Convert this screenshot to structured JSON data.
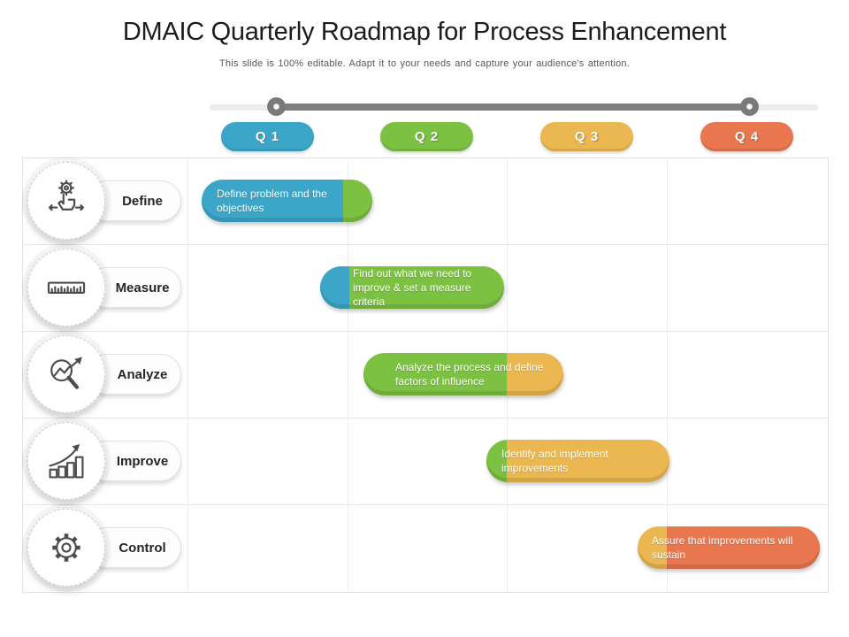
{
  "slide": {
    "title": "DMAIC Quarterly Roadmap for Process Enhancement",
    "subtitle": "This slide is 100% editable. Adapt it to your needs and capture your audience's attention."
  },
  "timeline": {
    "track_color": "#ECECEC",
    "bar_color": "#7F7F7F",
    "dot_count": 2
  },
  "quarters": [
    {
      "label": "Q 1",
      "color": "#3BA6C7"
    },
    {
      "label": "Q 2",
      "color": "#7CC142"
    },
    {
      "label": "Q 3",
      "color": "#EAB750"
    },
    {
      "label": "Q 4",
      "color": "#E8764F"
    }
  ],
  "phases": [
    {
      "label": "Define",
      "icon": "gear-hand-icon",
      "task": "Define problem and the objectives",
      "bar_main": "#3BA6C7",
      "bar_cap": "#7CC142",
      "cap_side": "right"
    },
    {
      "label": "Measure",
      "icon": "ruler-icon",
      "task": "Find out what we need to improve & set a measure criteria",
      "bar_main": "#7CC142",
      "bar_cap": "#3BA6C7",
      "cap_side": "left"
    },
    {
      "label": "Analyze",
      "icon": "magnifier-chart-icon",
      "task": "Analyze the process and define factors of influence",
      "bar_main": "#7CC142",
      "bar_cap": "#EAB750",
      "cap_side": "right"
    },
    {
      "label": "Improve",
      "icon": "growth-chart-icon",
      "task": "Identify and implement improvements",
      "bar_main": "#EAB750",
      "bar_cap": "#7CC142",
      "cap_side": "left"
    },
    {
      "label": "Control",
      "icon": "gear-icon",
      "task": "Assure that improvements will sustain",
      "bar_main": "#E8764F",
      "bar_cap": "#EAB750",
      "cap_side": "left"
    }
  ]
}
